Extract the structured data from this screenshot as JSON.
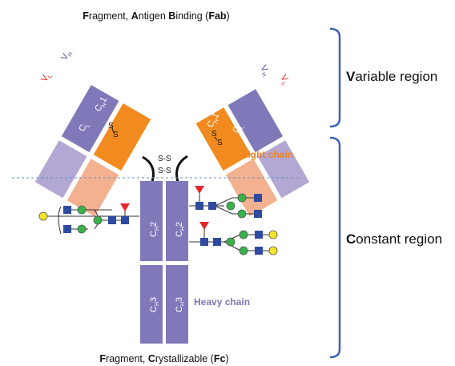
{
  "title_top": {
    "b1": "F",
    "r1": "ragment, ",
    "b2": "A",
    "r2": "ntigen ",
    "b3": "B",
    "r3": "inding (",
    "b4": "Fab",
    "r4": ")"
  },
  "title_bottom": {
    "b1": "F",
    "r1": "ragment, ",
    "b2": "C",
    "r2": "rystallizable (",
    "b3": "Fc",
    "r3": ")"
  },
  "regions": {
    "variable": {
      "bold": "V",
      "rest": "ariable region"
    },
    "constant": {
      "bold": "C",
      "rest": "onstant region"
    }
  },
  "labels": {
    "light_chain": "Light chain",
    "heavy_chain": "Heavy chain",
    "ss": "S-S",
    "s": "S"
  },
  "domains": {
    "vh": {
      "main": "V",
      "sub": "H"
    },
    "vl": {
      "main": "V",
      "sub": "L"
    },
    "ch1": {
      "main": "C",
      "sub": "H",
      "suffix": "1"
    },
    "cl": {
      "main": "C",
      "sub": "L"
    },
    "ch2": {
      "main": "C",
      "sub": "H",
      "suffix": "2"
    },
    "ch3": {
      "main": "C",
      "sub": "H",
      "suffix": "3"
    }
  },
  "colors": {
    "heavy": "#8079b9",
    "heavy_light": "#b3a7d3",
    "light": "#f28b1f",
    "light_pale": "#f4b18f",
    "bracket": "#3e64b6",
    "vh_text": "#5a3f98",
    "vl_text": "#e0291c",
    "light_chain_text": "#f0821e",
    "heavy_chain_text": "#7f78bb",
    "glycan_square": "#2e4aa0",
    "glycan_circle": "#37b34a",
    "glycan_yellow": "#f5e52a",
    "glycan_fucose": "#e8252b",
    "dashed_line": "#6a8fc6"
  }
}
